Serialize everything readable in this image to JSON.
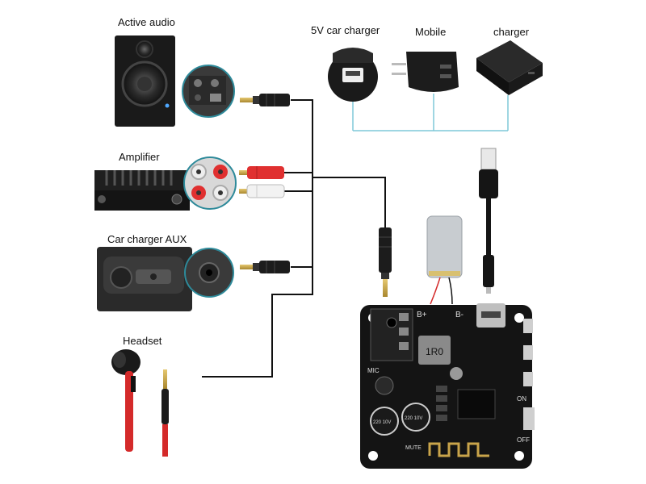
{
  "labels": {
    "active_audio": "Active audio",
    "amplifier": "Amplifier",
    "car_charger_aux": "Car charger AUX",
    "headset": "Headset",
    "car_charger_5v": "5V car charger",
    "mobile": "Mobile",
    "charger": "charger"
  },
  "board": {
    "pin_plus": "B+",
    "pin_minus": "B-",
    "mic": "MIC",
    "on": "ON",
    "off": "OFF",
    "mute": "MUTE",
    "inductor": "1R0",
    "cap_left": "220 10V",
    "cap_right": "220 10V",
    "battery_text": ""
  },
  "colors": {
    "wire": "#111111",
    "power_line": "#7fc8d8",
    "board": "#141414",
    "rca_red": "#e03030",
    "rca_white": "#f2f2f2",
    "headset_cable": "#d42a2a",
    "battery": "#c8ccd0",
    "antenna": "#c9a44a"
  },
  "icons": [
    "speaker-icon",
    "amplifier-icon",
    "car-aux-icon",
    "earphone-icon",
    "car-charger-icon",
    "wall-charger-icon",
    "power-bank-icon",
    "usb-cable-icon",
    "battery-icon",
    "bluetooth-board-icon"
  ]
}
